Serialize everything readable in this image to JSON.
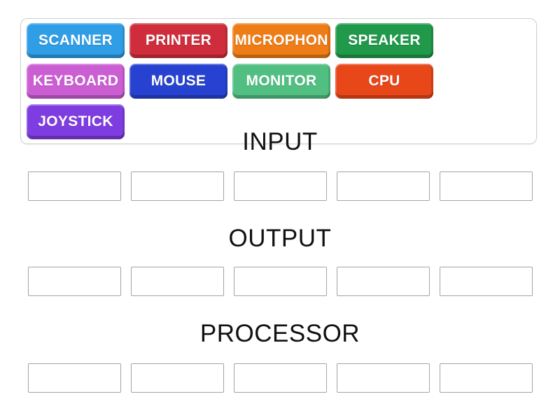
{
  "activity": {
    "type": "group-sort",
    "tiles": [
      {
        "label": "SCANNER",
        "color": "#2f9ee6"
      },
      {
        "label": "PRINTER",
        "color": "#cf2d3b"
      },
      {
        "label": "MICROPHON",
        "color": "#ef7d17"
      },
      {
        "label": "SPEAKER",
        "color": "#21994a"
      },
      {
        "label": "KEYBOARD",
        "color": "#cc5ed4"
      },
      {
        "label": "MOUSE",
        "color": "#2742d0"
      },
      {
        "label": "MONITOR",
        "color": "#51bf82"
      },
      {
        "label": "CPU",
        "color": "#e74719"
      },
      {
        "label": "JOYSTICK",
        "color": "#7f3de1"
      }
    ],
    "groups": [
      {
        "label": "INPUT",
        "slot_count": 5
      },
      {
        "label": "OUTPUT",
        "slot_count": 5
      },
      {
        "label": "PROCESSOR",
        "slot_count": 5
      }
    ]
  }
}
